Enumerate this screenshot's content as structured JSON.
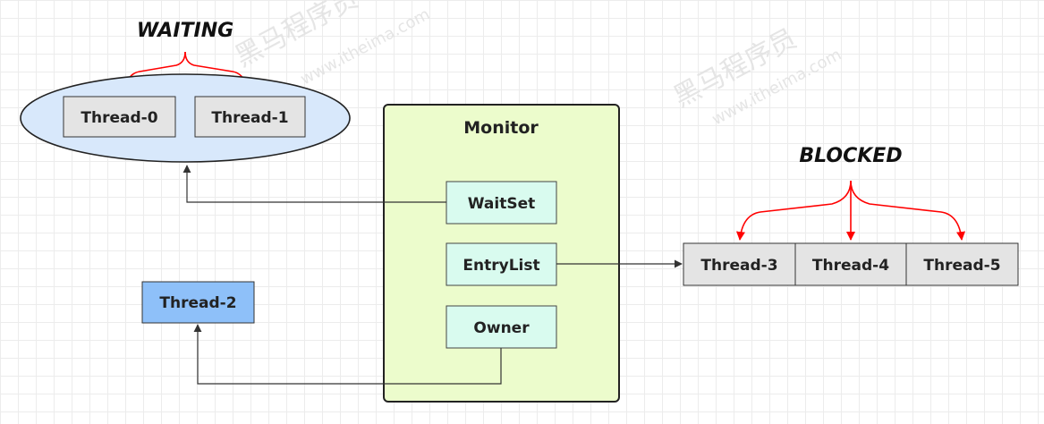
{
  "labels": {
    "waiting": "WAITING",
    "blocked": "BLOCKED"
  },
  "monitor": {
    "title": "Monitor",
    "waitset": "WaitSet",
    "entrylist": "EntryList",
    "owner": "Owner"
  },
  "threads": {
    "t0": "Thread-0",
    "t1": "Thread-1",
    "t2": "Thread-2",
    "t3": "Thread-3",
    "t4": "Thread-4",
    "t5": "Thread-5"
  },
  "watermark": {
    "brand": "黑马程序员",
    "url": "www.itheima.com"
  },
  "colors": {
    "waiting_ellipse": "#d8e8fb",
    "monitor_fill": "#ecfccc",
    "cell_fill": "#d9fbef",
    "thread_fill": "#e4e4e4",
    "owner_thread_fill": "#8ec0f9",
    "arrow_red": "#ff0000"
  }
}
